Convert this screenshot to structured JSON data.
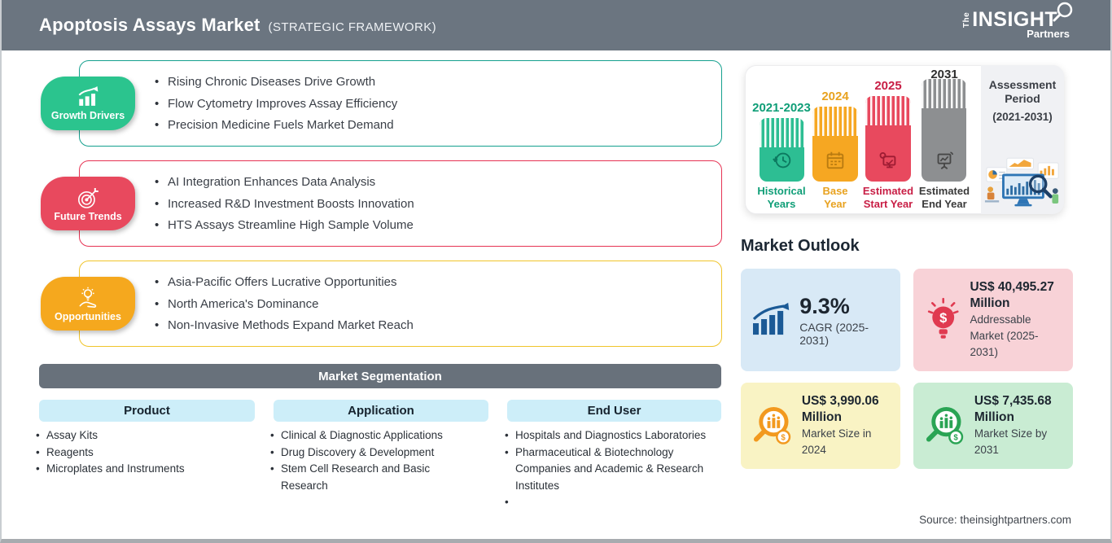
{
  "header": {
    "title": "Apoptosis Assays Market",
    "subtitle": "(STRATEGIC FRAMEWORK)",
    "logo": {
      "the": "The",
      "insight": "INSIGHT",
      "partners": "Partners"
    }
  },
  "drivers": {
    "label": "Growth Drivers",
    "items": [
      "Rising Chronic Diseases Drive Growth",
      "Flow Cytometry Improves Assay Efficiency",
      "Precision Medicine Fuels Market Demand"
    ]
  },
  "trends": {
    "label": "Future Trends",
    "items": [
      "AI Integration Enhances Data Analysis",
      "Increased R&D Investment Boosts Innovation",
      "HTS Assays Streamline High Sample Volume"
    ]
  },
  "opportunities": {
    "label": "Opportunities",
    "items": [
      "Asia-Pacific Offers Lucrative Opportunities",
      "North America's Dominance",
      "Non-Invasive Methods Expand Market Reach"
    ]
  },
  "segmentation": {
    "title": "Market Segmentation",
    "columns": [
      {
        "header": "Product",
        "items": [
          "Assay Kits",
          "Reagents",
          "Microplates and Instruments"
        ]
      },
      {
        "header": "Application",
        "items": [
          "Clinical & Diagnostic Applications",
          "Drug Discovery & Development",
          "Stem Cell Research and Basic Research"
        ]
      },
      {
        "header": "End User",
        "items": [
          "Hospitals and Diagnostics Laboratories",
          "Pharmaceutical & Biotechnology Companies and Academic & Research Institutes",
          ""
        ]
      }
    ]
  },
  "timeline": {
    "bars": [
      {
        "year": "2021-2023",
        "label_line1": "Historical",
        "label_line2": "Years",
        "color": "#2dbe93",
        "icon": "history-clock-icon"
      },
      {
        "year": "2024",
        "label_line1": "Base",
        "label_line2": "Year",
        "color": "#f6a722",
        "icon": "calendar-icon"
      },
      {
        "year": "2025",
        "label_line1": "Estimated",
        "label_line2": "Start Year",
        "color": "#e8495e",
        "icon": "monitor-gear-icon"
      },
      {
        "year": "2031",
        "label_line1": "Estimated",
        "label_line2": "End Year",
        "color": "#8d8f91",
        "icon": "presentation-chart-icon"
      }
    ],
    "assessment": {
      "line1": "Assessment",
      "line2": "Period",
      "line3": "(2021-2031)"
    }
  },
  "outlook": {
    "title": "Market Outlook",
    "cards": [
      {
        "value": "9.3%",
        "desc": "CAGR (2025-2031)",
        "icon": "growth-arrow-chart-icon",
        "bg": "#d8e9f6"
      },
      {
        "value": "US$ 40,495.27 Million",
        "desc": "Addressable Market (2025-2031)",
        "icon": "dollar-bulb-icon",
        "bg": "#f8d2d7"
      },
      {
        "value": "US$ 3,990.06 Million",
        "desc": "Market Size in 2024",
        "icon": "magnifier-chart-icon-orange",
        "bg": "#f9f3c4"
      },
      {
        "value": "US$ 7,435.68 Million",
        "desc": "Market Size by 2031",
        "icon": "magnifier-chart-icon-green",
        "bg": "#c9ecd3"
      }
    ]
  },
  "source": "Source: theinsightpartners.com",
  "colors": {
    "header_bg": "#6b7580",
    "drivers_green": "#2bc48e",
    "drivers_border": "#14a08e",
    "trends_red": "#e8495e",
    "trends_border": "#e63353",
    "opportunities_orange": "#f5a81e",
    "opportunities_border": "#f0c42a",
    "segmentation_bar": "#68717b",
    "segment_header_bg": "#cdeef9",
    "cagr_icon_blue": "#1b5a96"
  }
}
